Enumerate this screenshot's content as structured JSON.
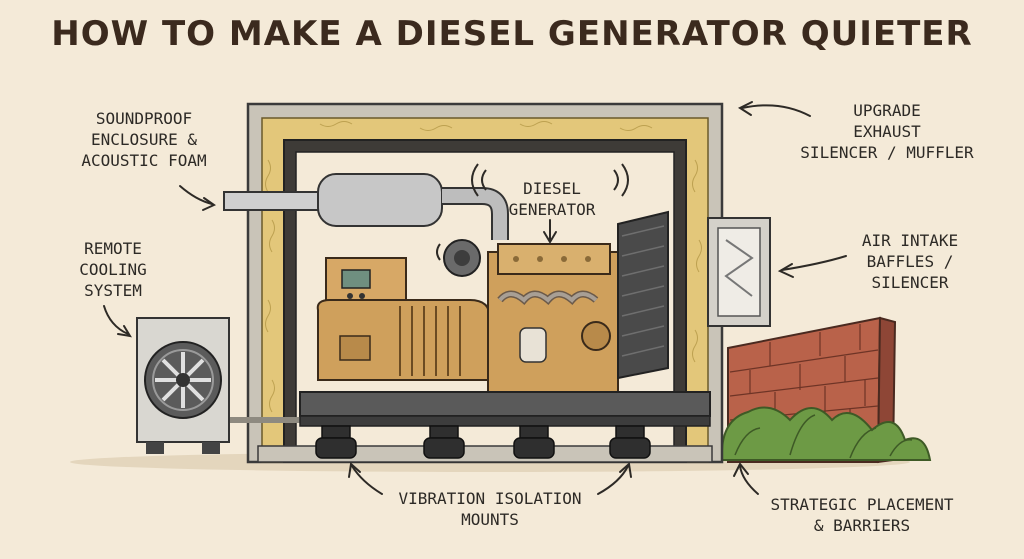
{
  "title": "HOW TO MAKE A DIESEL GENERATOR QUIETER",
  "labels": {
    "enclosure": "SOUNDPROOF\nENCLOSURE &\nACOUSTIC FOAM",
    "exhaust": "UPGRADE\nEXHAUST\nSILENCER / MUFFLER",
    "generator": "DIESEL\nGENERATOR",
    "cooling": "REMOTE\nCOOLING\nSYSTEM",
    "air_intake": "AIR INTAKE\nBAFFLES /\nSILENCER",
    "mounts": "VIBRATION ISOLATION\nMOUNTS",
    "placement": "STRATEGIC PLACEMENT\n& BARRIERS"
  },
  "colors": {
    "background": "#f4ead8",
    "foam": "#e3c77a",
    "frame": "#c9c4b8",
    "engine": "#cfa05c",
    "brick": "#b9624a",
    "bush": "#6d9a45",
    "ink": "#3b2a1e"
  }
}
